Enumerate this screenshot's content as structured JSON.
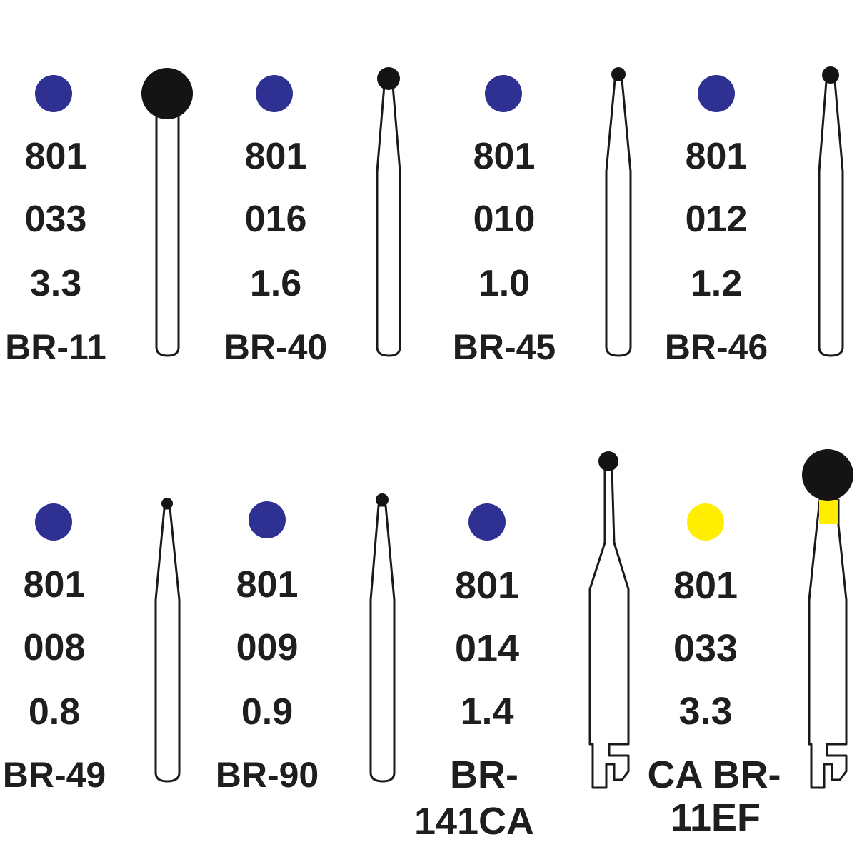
{
  "burs": [
    {
      "code": "801",
      "size": "033",
      "diameter": "3.3",
      "name": [
        "BR-11"
      ],
      "band_color": "#2e3192"
    },
    {
      "code": "801",
      "size": "016",
      "diameter": "1.6",
      "name": [
        "BR-40"
      ],
      "band_color": "#2e3192"
    },
    {
      "code": "801",
      "size": "010",
      "diameter": "1.0",
      "name": [
        "BR-45"
      ],
      "band_color": "#2e3192"
    },
    {
      "code": "801",
      "size": "012",
      "diameter": "1.2",
      "name": [
        "BR-46"
      ],
      "band_color": "#2e3192"
    },
    {
      "code": "801",
      "size": "008",
      "diameter": "0.8",
      "name": [
        "BR-49"
      ],
      "band_color": "#2e3192"
    },
    {
      "code": "801",
      "size": "009",
      "diameter": "0.9",
      "name": [
        "BR-90"
      ],
      "band_color": "#2e3192"
    },
    {
      "code": "801",
      "size": "014",
      "diameter": "1.4",
      "name": [
        "BR-",
        "141CA"
      ],
      "band_color": "#2e3192"
    },
    {
      "code": "801",
      "size": "033",
      "diameter": "3.3",
      "name": [
        "CA BR-",
        "11EF"
      ],
      "band_color": "#ffee00"
    }
  ],
  "colors": {
    "blue_band": "#2e3192",
    "yellow_band": "#ffee00",
    "bur_head": "#141414",
    "text": "#1e1e1e"
  }
}
